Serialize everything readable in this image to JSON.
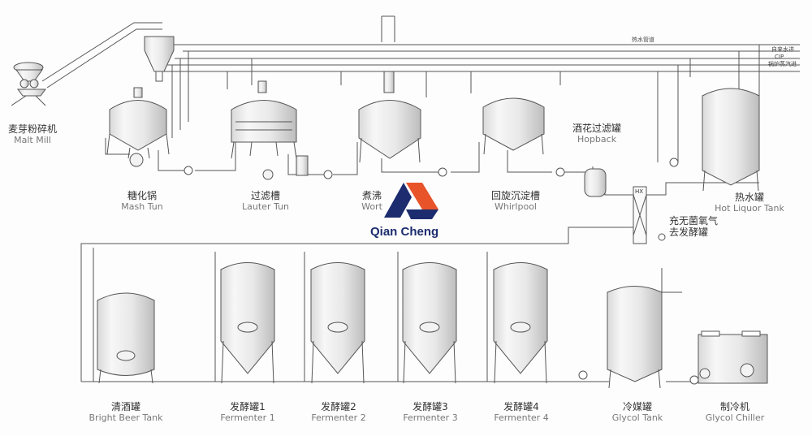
{
  "labels": {
    "malt_mill": {
      "zh": "麦芽粉碎机",
      "en": "Malt Mill"
    },
    "mash_tun": {
      "zh": "糖化锅",
      "en": "Mash Tun"
    },
    "lauter_tun": {
      "zh": "过滤槽",
      "en": "Lauter Tun"
    },
    "wort_kettle": {
      "zh": "煮沸",
      "en": "Wort"
    },
    "whirlpool": {
      "zh": "回旋沉淀槽",
      "en": "Whirlpool"
    },
    "hopback": {
      "zh": "酒花过滤罐",
      "en": "Hopback"
    },
    "hot_liquor_tank": {
      "zh": "热水罐",
      "en": "Hot Liquor Tank"
    },
    "oxygen_note": {
      "line1": "充无菌氧气",
      "line2": "去发酵罐"
    },
    "bright_beer_tank": {
      "zh": "清酒罐",
      "en": "Bright Beer Tank"
    },
    "fermenter_1": {
      "zh": "发酵罐1",
      "en": "Fermenter 1"
    },
    "fermenter_2": {
      "zh": "发酵罐2",
      "en": "Fermenter 2"
    },
    "fermenter_3": {
      "zh": "发酵罐3",
      "en": "Fermenter 3"
    },
    "fermenter_4": {
      "zh": "发酵罐4",
      "en": "Fermenter 4"
    },
    "glycol_tank": {
      "zh": "冷媒罐",
      "en": "Glycol Tank"
    },
    "glycol_chiller": {
      "zh": "制冷机",
      "en": "Glycol Chiller"
    }
  },
  "pipes": {
    "hot_water": "热水管道",
    "tap_water": "自来水进",
    "cip": "CIP",
    "boiler_steam": "锅炉蒸汽进"
  },
  "heat_exchanger": "HX",
  "logo": {
    "text": "Qian Cheng",
    "colors": {
      "orange": "#e8532a",
      "navy": "#1c2c6e"
    }
  }
}
